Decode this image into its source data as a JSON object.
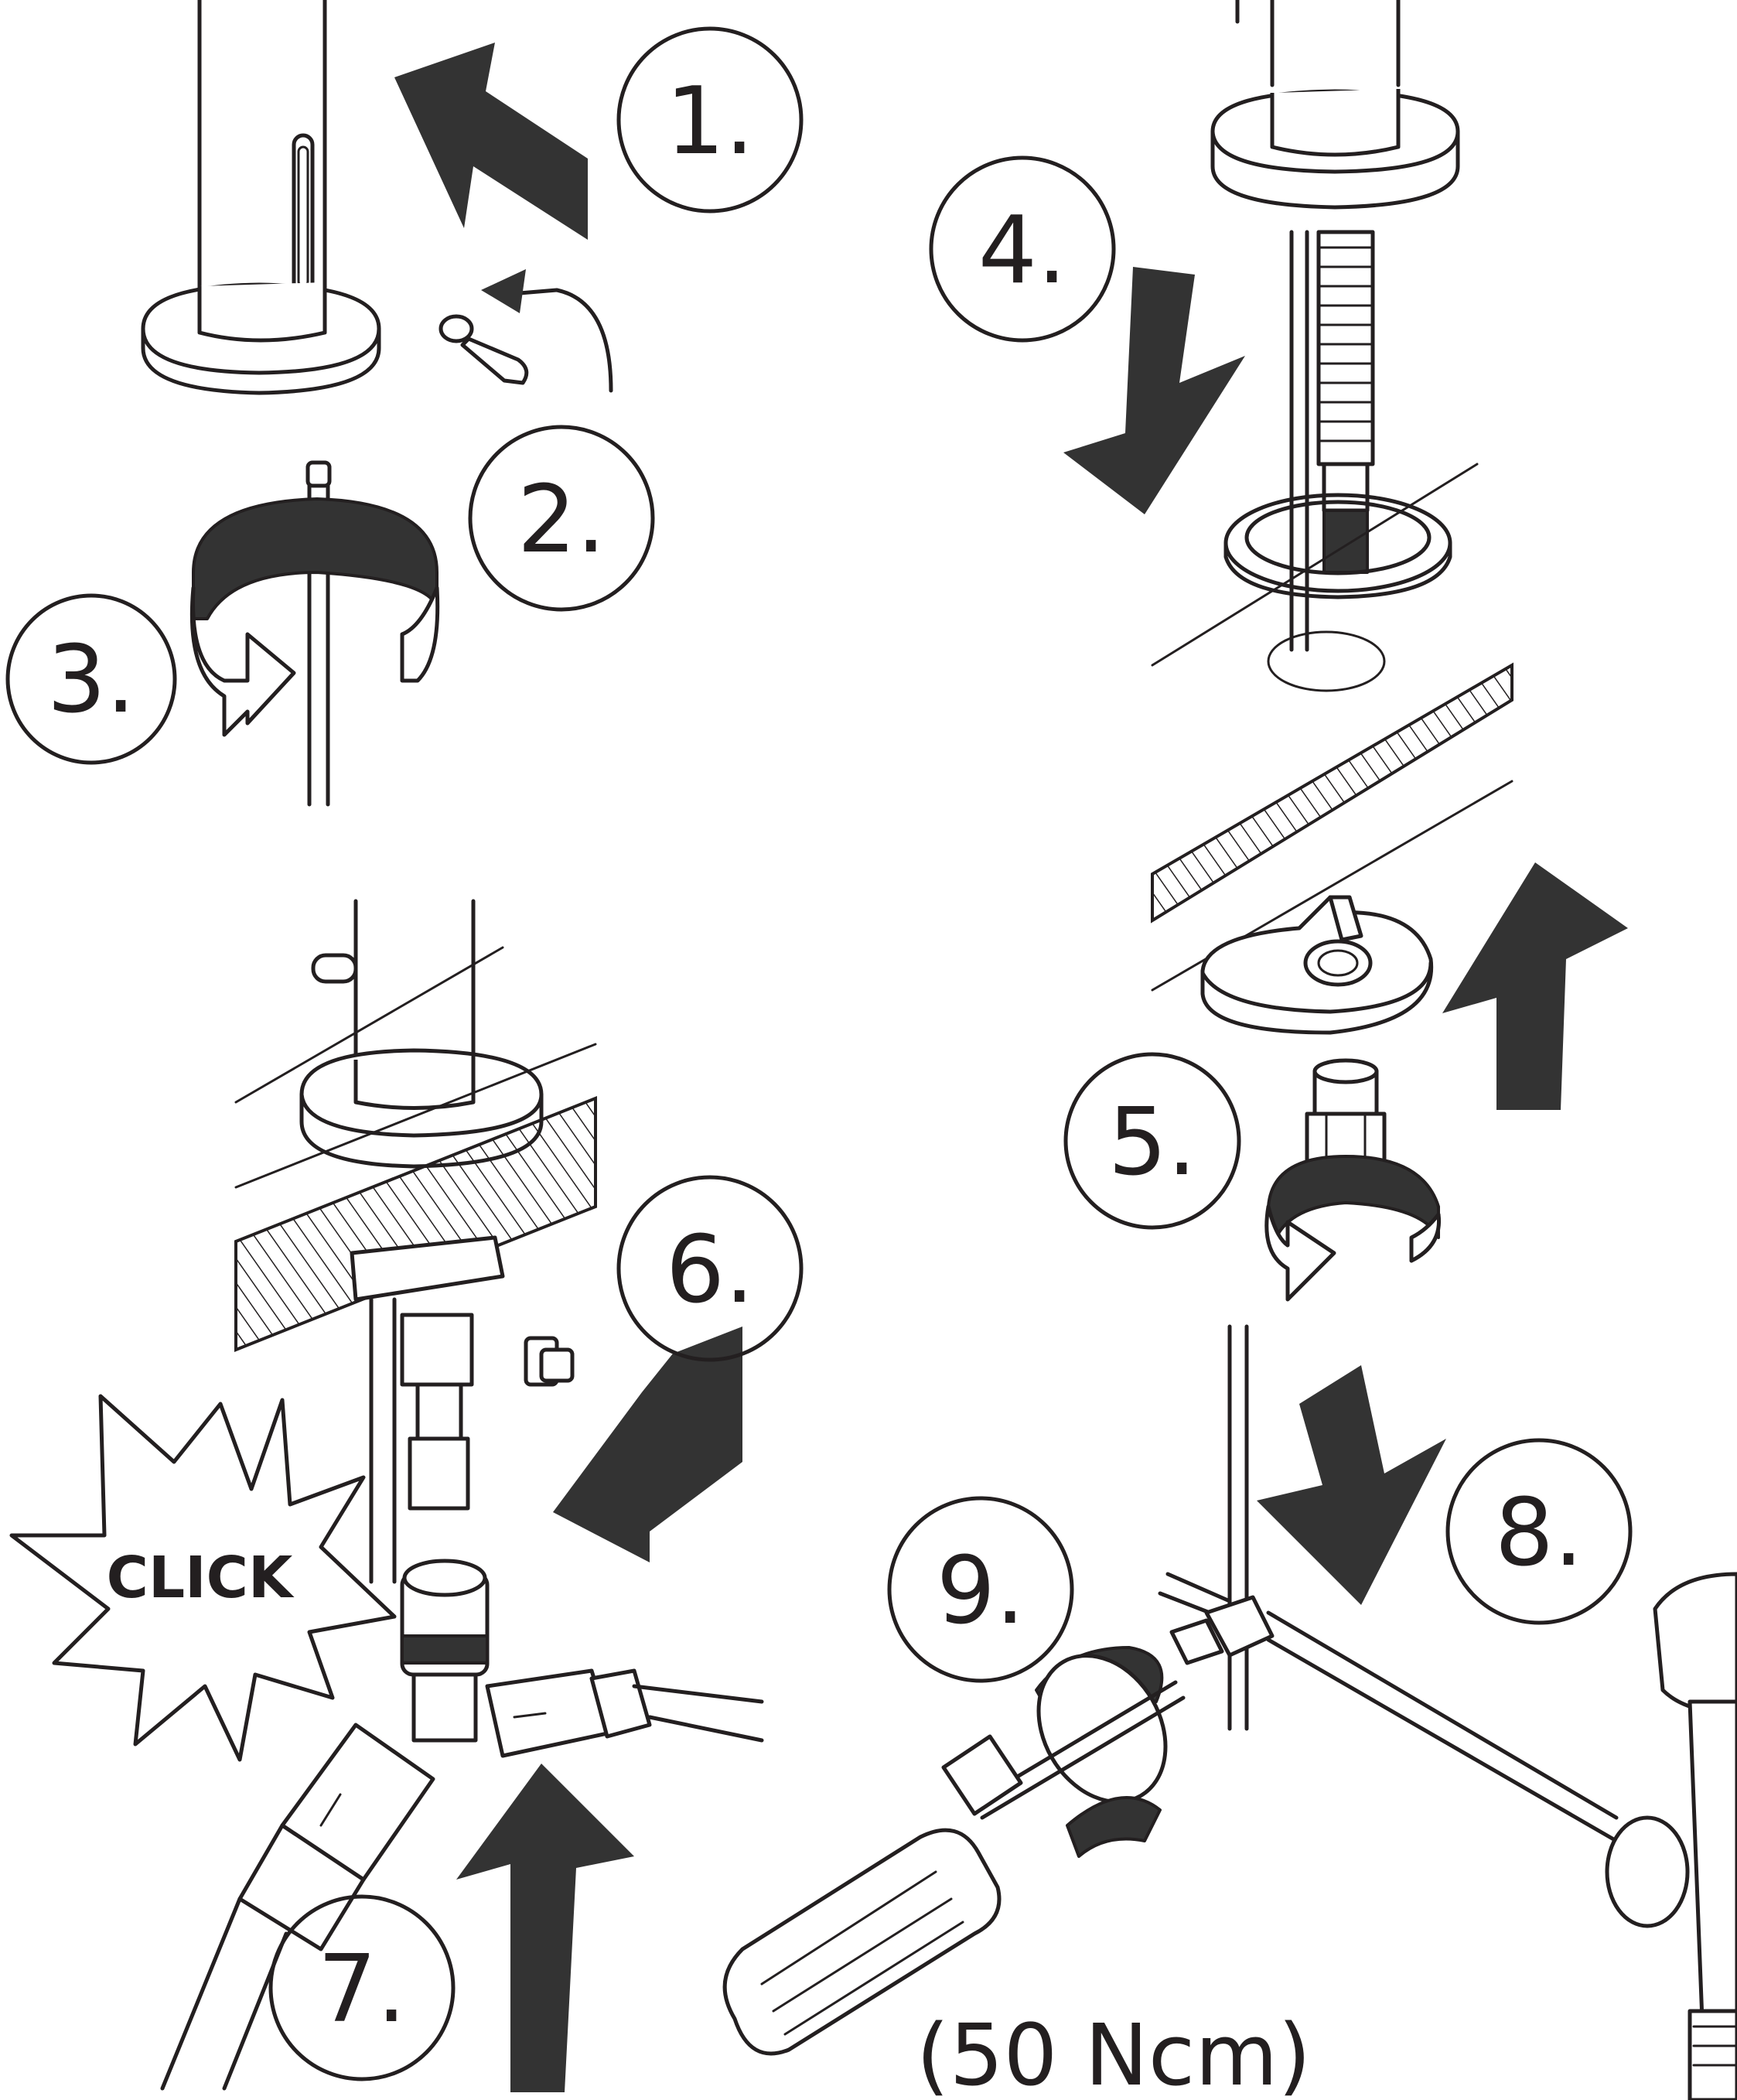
{
  "steps": {
    "step1": "1.",
    "step2": "2.",
    "step3": "3.",
    "step4": "4.",
    "step5": "5.",
    "step6": "6.",
    "step7": "7.",
    "step8": "8.",
    "step9": "9."
  },
  "click_label": "CLICK",
  "torque_label": "(50 Ncm)",
  "colors": {
    "ink": "#231f20",
    "arrow_fill": "#333333",
    "background": "#ffffff"
  }
}
